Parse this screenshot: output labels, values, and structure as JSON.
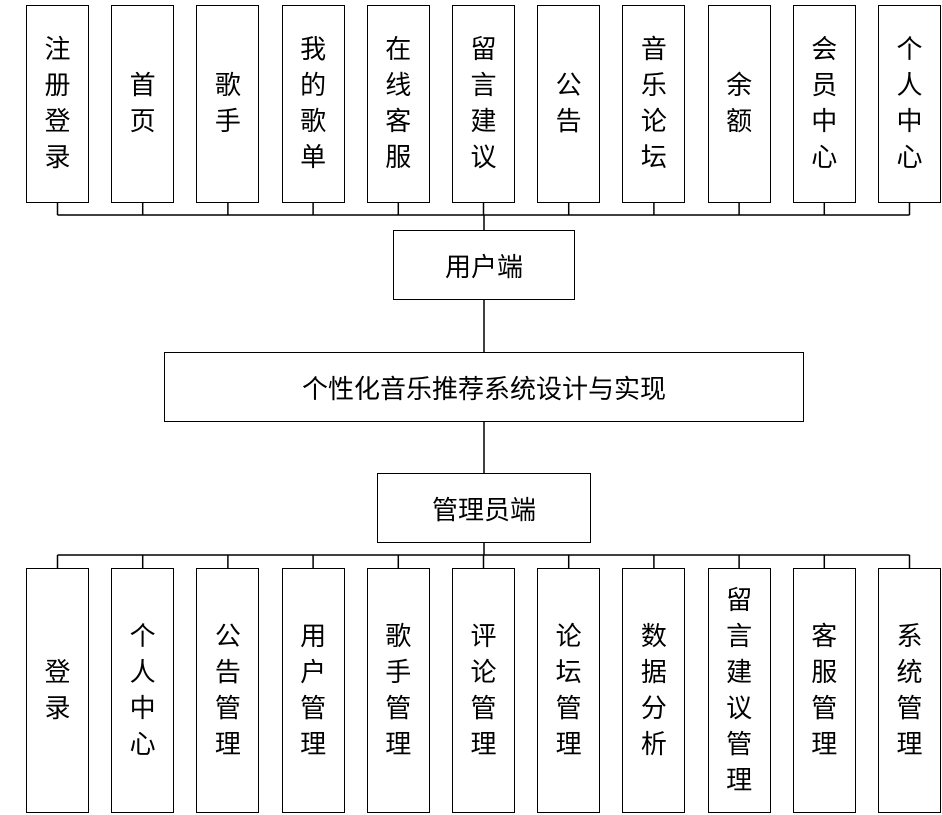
{
  "center": {
    "label": "个性化音乐推荐系统设计与实现"
  },
  "user_side": {
    "label": "用户端",
    "modules": [
      "注册登录",
      "首页",
      "歌手",
      "我的歌单",
      "在线客服",
      "留言建议",
      "公告",
      "音乐论坛",
      "余额",
      "会员中心",
      "个人中心"
    ]
  },
  "admin_side": {
    "label": "管理员端",
    "modules": [
      "登录",
      "个人中心",
      "公告管理",
      "用户管理",
      "歌手管理",
      "评论管理",
      "论坛管理",
      "数据分析",
      "留言建议管理",
      "客服管理",
      "系统管理"
    ]
  }
}
